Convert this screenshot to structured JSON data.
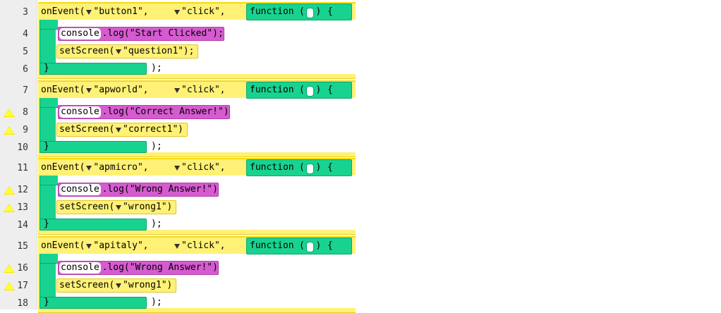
{
  "editor": {
    "blocks": [
      {
        "lines": [
          "3",
          "4",
          "5",
          "6"
        ],
        "warnings": [
          false,
          false,
          false,
          false
        ],
        "event_fn": "onEvent",
        "target": "\"button1\"",
        "event": "\"click\"",
        "function_kw": "function",
        "brace_open": "{",
        "console_obj": "console",
        "console_call": ".log(\"Start Clicked\");",
        "set_call_prefix": "setScreen(",
        "set_arg": "\"question1\"",
        "set_call_suffix": ");",
        "close_brace": "}",
        "close_tail": ");"
      },
      {
        "lines": [
          "7",
          "8",
          "9",
          "10"
        ],
        "warnings": [
          false,
          true,
          true,
          false
        ],
        "event_fn": "onEvent",
        "target": "\"apworld\"",
        "event": "\"click\"",
        "function_kw": "function",
        "brace_open": "{",
        "console_obj": "console",
        "console_call": ".log(\"Correct Answer!\")",
        "set_call_prefix": "setScreen(",
        "set_arg": "\"correct1\"",
        "set_call_suffix": ")",
        "close_brace": "}",
        "close_tail": ");"
      },
      {
        "lines": [
          "11",
          "12",
          "13",
          "14"
        ],
        "warnings": [
          false,
          true,
          true,
          false
        ],
        "event_fn": "onEvent",
        "target": "\"apmicro\"",
        "event": "\"click\"",
        "function_kw": "function",
        "brace_open": "{",
        "console_obj": "console",
        "console_call": ".log(\"Wrong Answer!\")",
        "set_call_prefix": "setScreen(",
        "set_arg": "\"wrong1\"",
        "set_call_suffix": ")",
        "close_brace": "}",
        "close_tail": ");"
      },
      {
        "lines": [
          "15",
          "16",
          "17",
          "18"
        ],
        "warnings": [
          false,
          true,
          true,
          false
        ],
        "event_fn": "onEvent",
        "target": "\"apitaly\"",
        "event": "\"click\"",
        "function_kw": "function",
        "brace_open": "{",
        "console_obj": "console",
        "console_call": ".log(\"Wrong Answer!\")",
        "set_call_prefix": "setScreen(",
        "set_arg": "\"wrong1\"",
        "set_call_suffix": ")",
        "close_brace": "}",
        "close_tail": ");"
      }
    ],
    "icons": {
      "warning": "warning-triangle-icon",
      "dropdown": "dropdown-arrow-icon"
    },
    "colors": {
      "event_block": "#fff176",
      "function_block": "#18d38f",
      "console_block": "#d65bd0",
      "gutter": "#eeeeee",
      "warning": "#ffff33"
    }
  }
}
